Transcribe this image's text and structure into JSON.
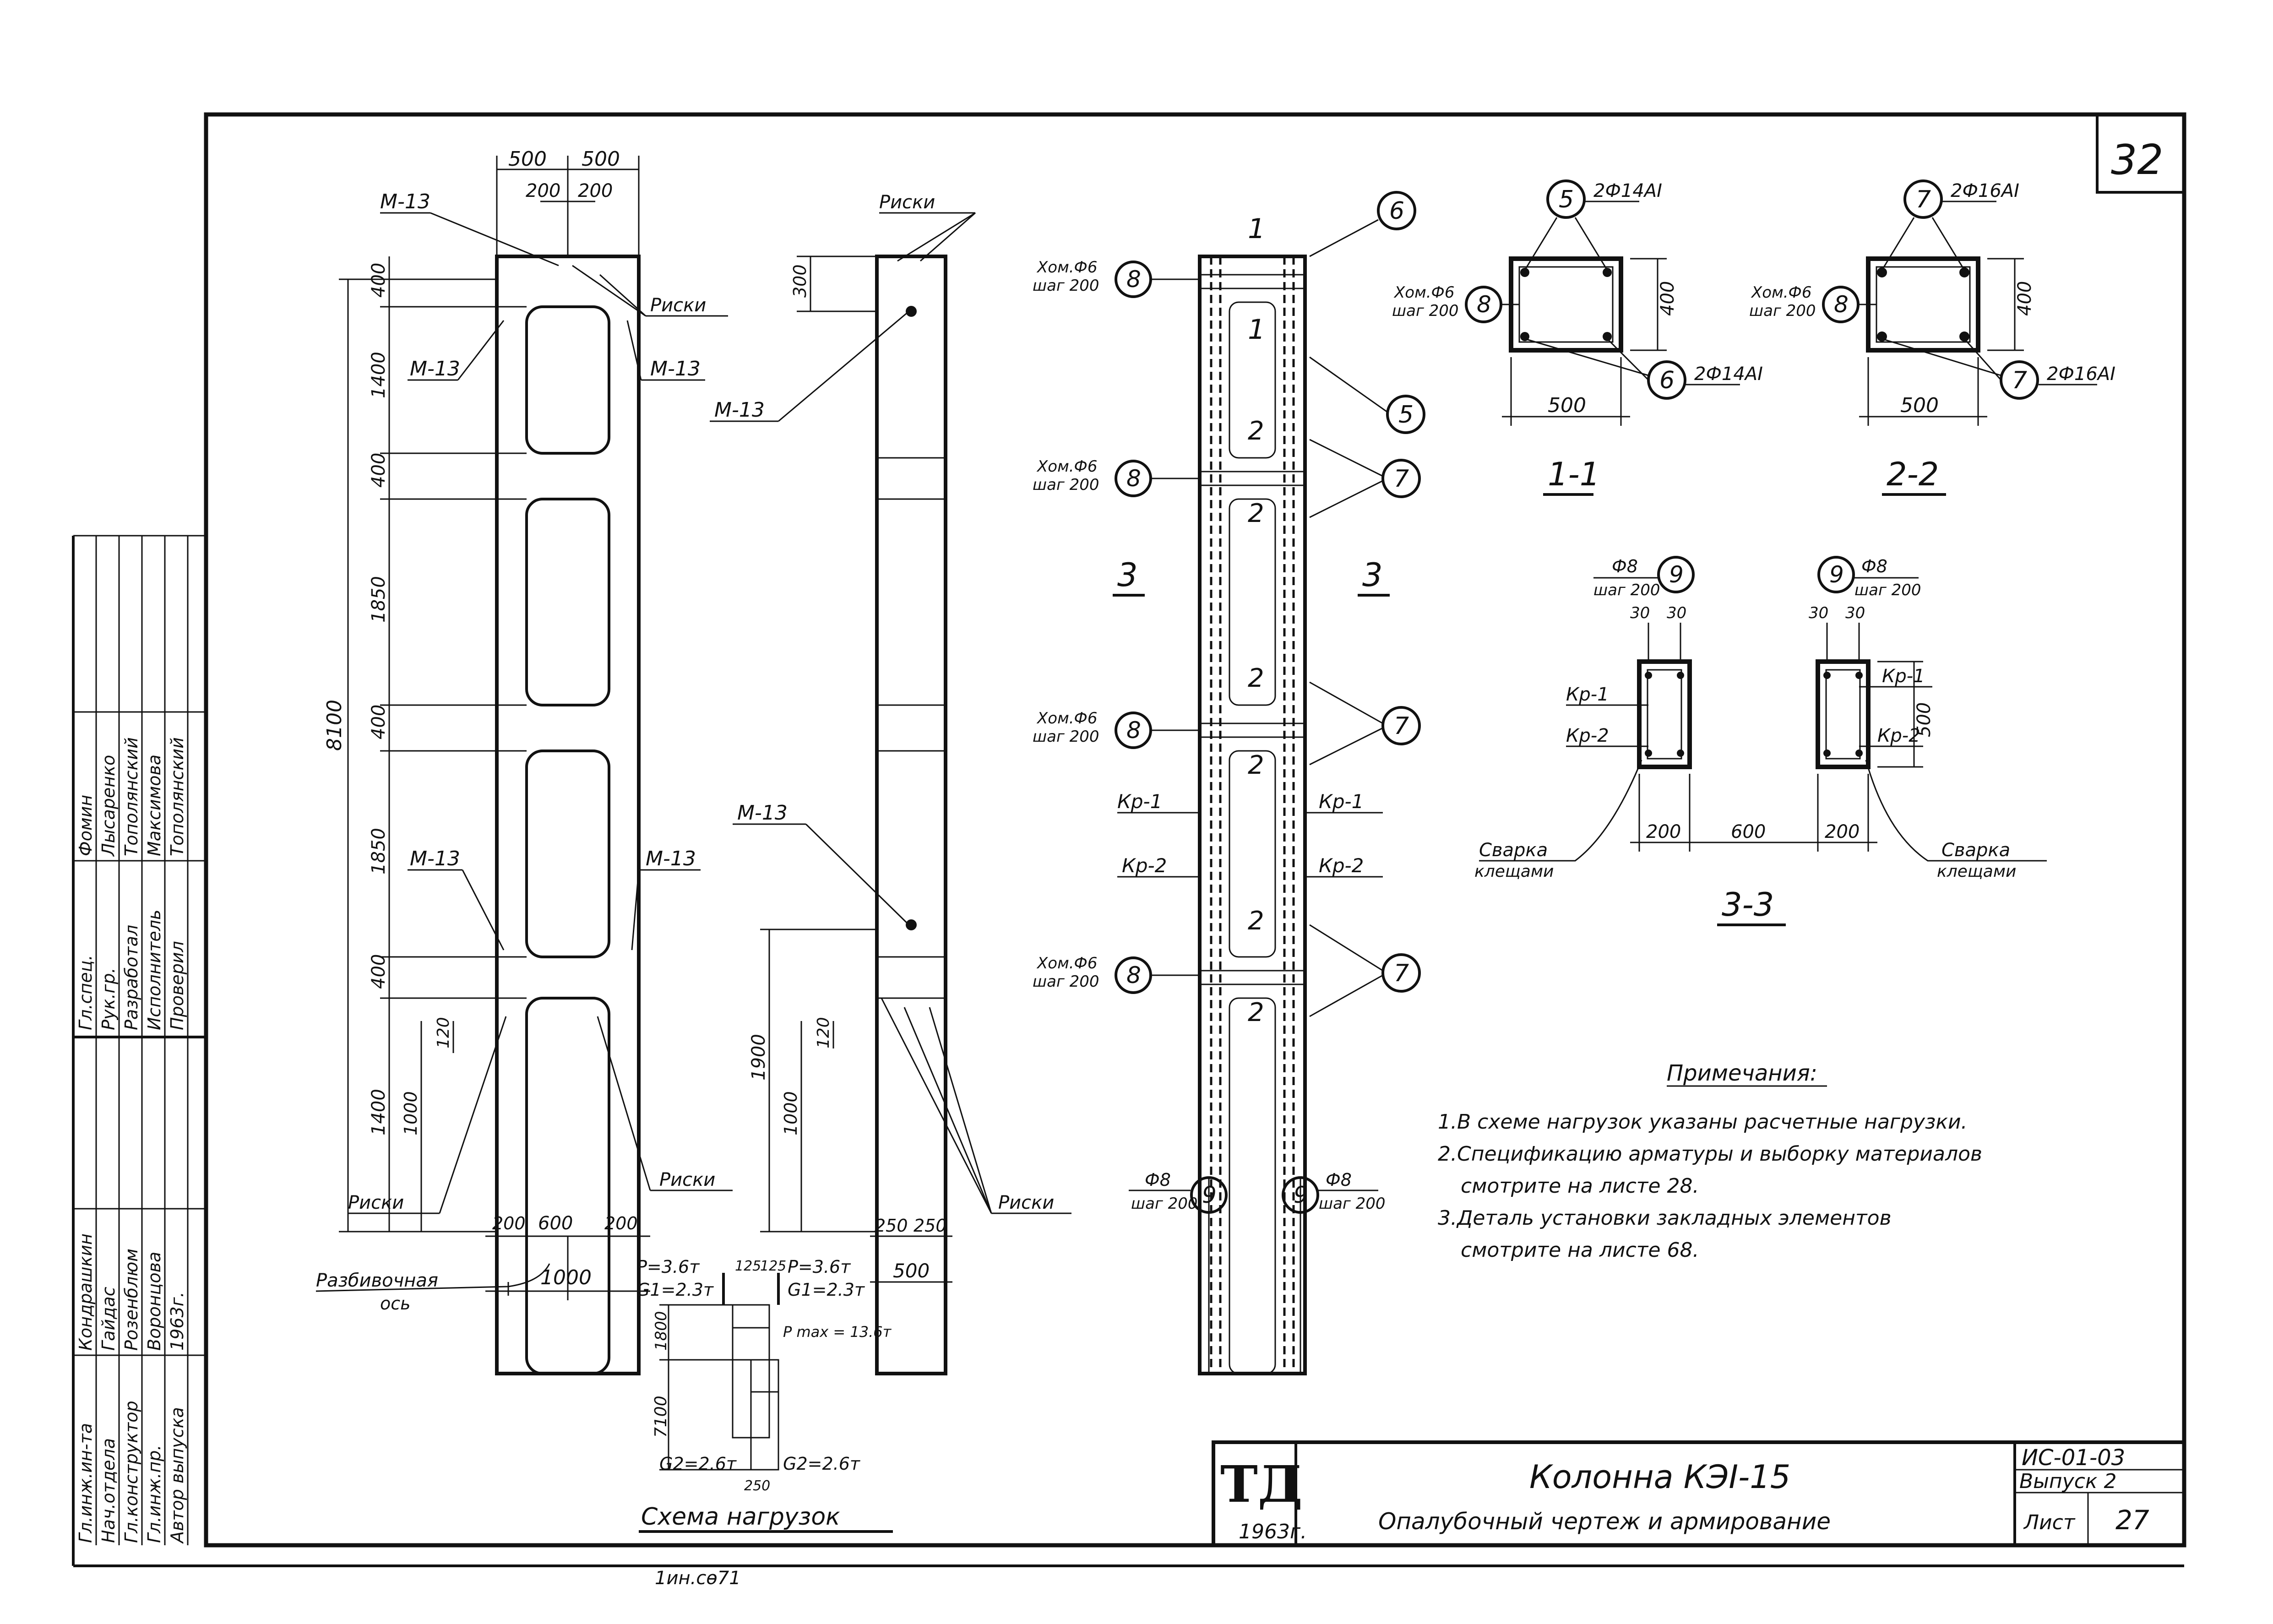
{
  "sheet": {
    "sheet_number": "32",
    "frame_note_bottom": "1ин.сө71"
  },
  "formwork": {
    "dims_top": [
      "500",
      "500"
    ],
    "dims_top_inner": [
      "200",
      "200"
    ],
    "dims_left": [
      "400",
      "1400",
      "400",
      "1850",
      "400",
      "1850",
      "400",
      "1400"
    ],
    "total_height": "8100",
    "dims_low": [
      "1000",
      "120"
    ],
    "dims_bottom": [
      "200",
      "600",
      "200"
    ],
    "width_bottom": "1000",
    "labels": {
      "m13_top": "M-13",
      "m13_left_upper": "M-13",
      "m13_right_upper": "M-13",
      "m13_left_lower": "M-13",
      "m13_right_lower": "M-13",
      "riski_top": "Риски",
      "riski_bottom_left": "Риски",
      "riski_bottom_right": "Риски",
      "axis_1": "Разбивочная",
      "axis_2": "ось"
    }
  },
  "side_view": {
    "dim_top": "300",
    "dims_left": [
      "1900",
      "1000",
      "120"
    ],
    "dims_bottom": [
      "250",
      "250"
    ],
    "width_bottom": "500",
    "labels": {
      "riski_top": "Риски",
      "riski_bottom": "Риски",
      "m13_upper": "M-13",
      "m13_lower": "M-13"
    }
  },
  "reinforcement": {
    "cut_1_top": "1",
    "cut_1_mid": "1",
    "cut_2": [
      "2",
      "2",
      "2",
      "2",
      "2",
      "2"
    ],
    "cut_3": "3",
    "callouts": [
      "6",
      "5",
      "7",
      "7",
      "7",
      "8",
      "8",
      "8",
      "8",
      "9",
      "9"
    ],
    "hom_label_1": "Хом.Ф6",
    "hom_label_2": "шаг 200",
    "kr1": "Кр-1",
    "kr2": "Кр-2",
    "phi8": "Ф8",
    "shag200": "шаг 200"
  },
  "section_1": {
    "title": "1-1",
    "callout_top": "5",
    "callout_bottom": "6",
    "callout_left": "8",
    "top_bars": "2Ф14АI",
    "bottom_bars": "2Ф14АI",
    "hom_1": "Хом.Ф6",
    "hom_2": "шаг 200",
    "height": "400",
    "width": "500"
  },
  "section_2": {
    "title": "2-2",
    "callout_top": "7",
    "callout_bottom": "7",
    "callout_left": "8",
    "top_bars": "2Ф16АI",
    "bottom_bars": "2Ф16АI",
    "hom_1": "Хом.Ф6",
    "hom_2": "шаг 200",
    "height": "400",
    "width": "500"
  },
  "section_3": {
    "title": "3-3",
    "callout": "9",
    "phi": "Ф8",
    "shag": "шаг 200",
    "cover": [
      "30",
      "30",
      "30",
      "30"
    ],
    "kr1": "Кр-1",
    "kr2": "Кр-2",
    "height": "500",
    "dims_bottom": [
      "200",
      "600",
      "200"
    ],
    "weld_1": "Сварка",
    "weld_2": "клещами"
  },
  "notes": {
    "title": "Примечания:",
    "items": [
      "1.В схеме нагрузок указаны расчетные нагрузки.",
      "2.Спецификацию арматуры и выборку материалов",
      "смотрите на листе 28.",
      "3.Деталь установки закладных элементов",
      "смотрите на листе 68."
    ]
  },
  "load_scheme": {
    "title": "Схема нагрузок",
    "p_left": "P=3.6т",
    "g_left": "G1=2.3т",
    "p_right": "P=3.6т",
    "g_right": "G1=2.3т",
    "top_dims": [
      "125",
      "125"
    ],
    "p_max": "P max = 13.6т",
    "h_upper": "1800",
    "h_total": "7100",
    "g2_left": "G2=2.6т",
    "g2_right": "G2=2.6т",
    "bottom_dim": "250"
  },
  "title_block": {
    "logo": "ТД",
    "year": "1963г.",
    "name": "Колонна КЭI-15",
    "subtitle": "Опалубочный чертеж и армирование",
    "series": "ИС-01-03",
    "issue": "Выпуск 2",
    "sheet_label": "Лист",
    "sheet_no": "27"
  },
  "stamp": {
    "roles": [
      "Гл.инж.ин-та",
      "Нач.отдела",
      "Гл.конструктор",
      "Гл.инж.пр.",
      "Автор выпуска",
      "Гл.спец.",
      "Рук.гр.",
      "Разработал",
      "Исполнитель",
      "Проверил"
    ],
    "names": [
      "Кондрашкин",
      "Гайдас",
      "Розенблюм",
      "Воронцова",
      "Фомин",
      "Лысаренко",
      "Тополянский",
      "Максимова",
      "Тополянский"
    ],
    "year": "1963г."
  }
}
